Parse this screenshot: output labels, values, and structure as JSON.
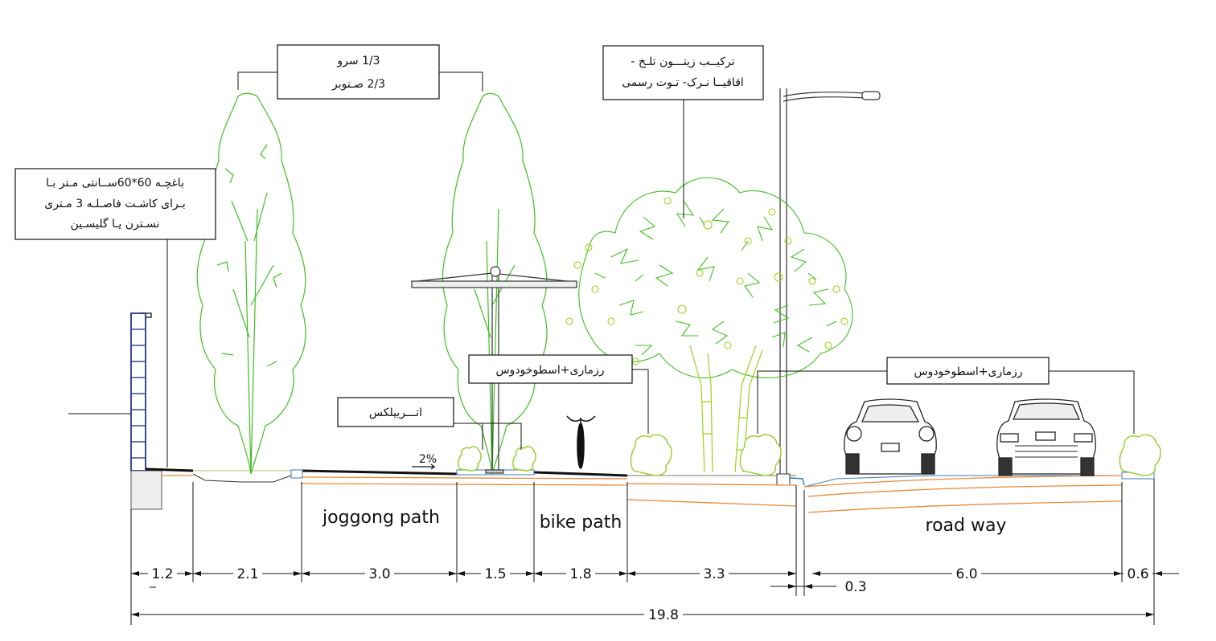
{
  "labels": {
    "cypress_pine_line1": "1/3  سرو",
    "cypress_pine_line2": "2/3   صـنوبر",
    "garden_line1": "باغچـه 60*60ســانتی مـتر بـا",
    "garden_line2": "بـرای کاشـت  فاصـلـه 3 مـتری",
    "garden_line3": "نسـترن یـا گلیسـین",
    "mixed_trees_line1": "ترکیــب زیتـــون تلـخ -",
    "mixed_trees_line2": "اقاقیــا نـرک- تـوت رسمی",
    "rosemary_1": "رزماری+اسطوخودوس",
    "rosemary_2": "رزماری+اسطوخودوس",
    "atriplex": "اتـــریپلکس",
    "slope": "2%",
    "jogging": "joggong path",
    "bike": "bike path",
    "road": "road way"
  },
  "dimensions": {
    "d1": "1.2",
    "d2": "2.1",
    "d3": "3.0",
    "d4": "1.5",
    "d5": "1.8",
    "d6": "3.3",
    "d7": "0.3",
    "d8": "6.0",
    "d9": "0.6",
    "total": "19.8"
  },
  "colors": {
    "vegetation": "#3fbf1f",
    "vegetation_light": "#9ed21a",
    "soil": "#e58a3a",
    "wall": "#3a4a9a",
    "line": "#111111"
  }
}
